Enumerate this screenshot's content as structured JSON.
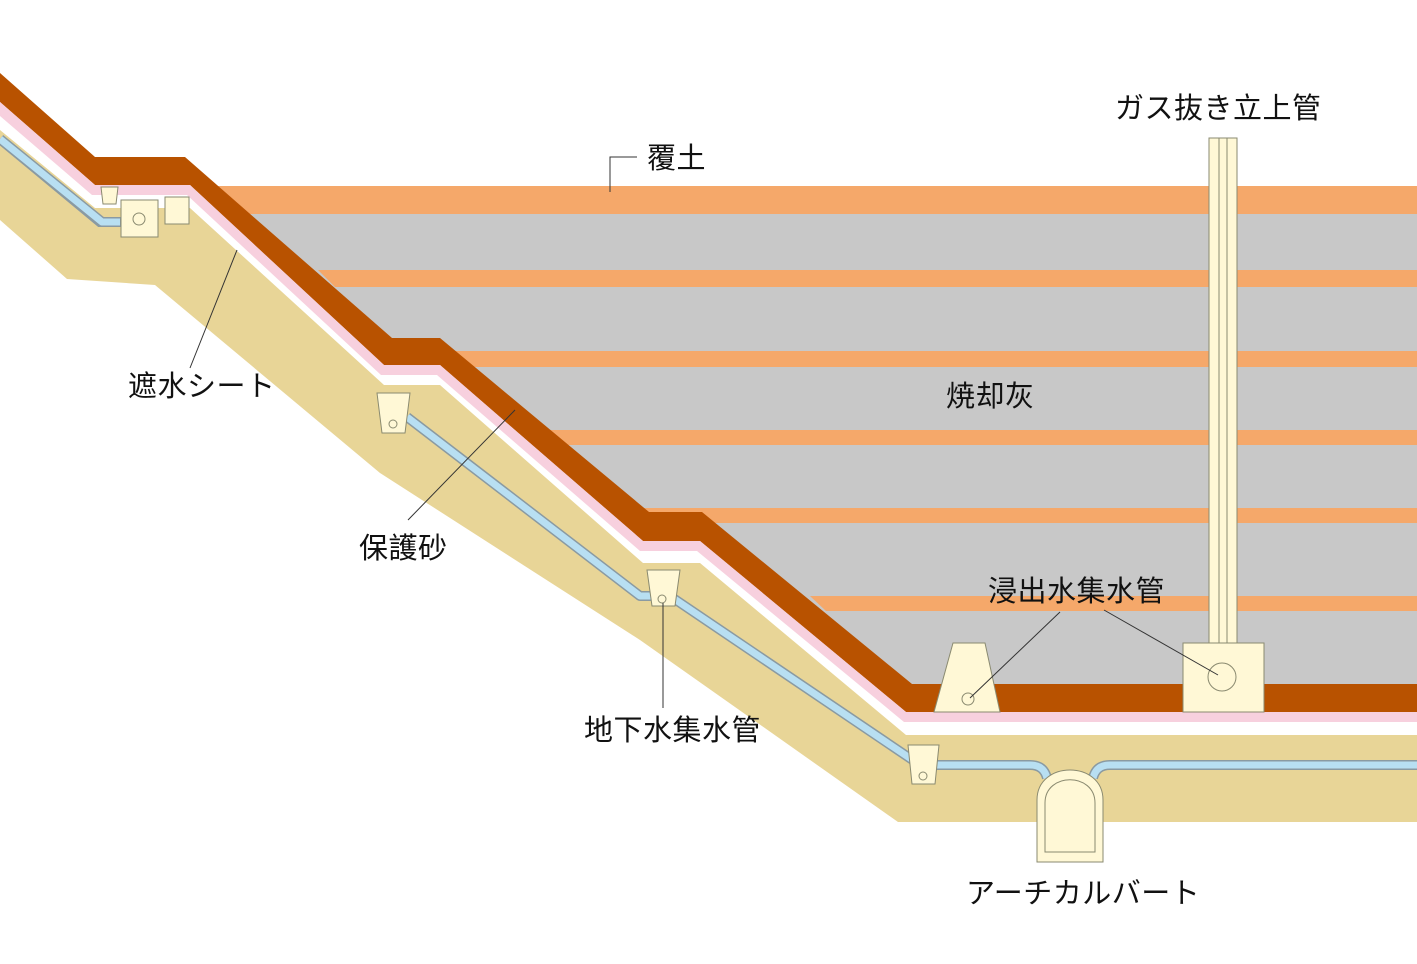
{
  "diagram": {
    "labels": {
      "cover_soil": "覆土",
      "gas_vent": "ガス抜き立上管",
      "ash": "焼却灰",
      "liner_sheet": "遮水シート",
      "protective_sand": "保護砂",
      "groundwater_pipe": "地下水集水管",
      "leachate_pipe": "浸出水集水管",
      "arch_culvert": "アーチカルバート"
    },
    "colors": {
      "cover_soil": "#f5a86a",
      "ash": "#c8c8c8",
      "protective_sand": "#b85200",
      "liner_sheet": "#f7d0de",
      "groundwater_pipe": "#b8dff2",
      "ground": "#e8d597",
      "structure": "#fff8d6"
    }
  }
}
